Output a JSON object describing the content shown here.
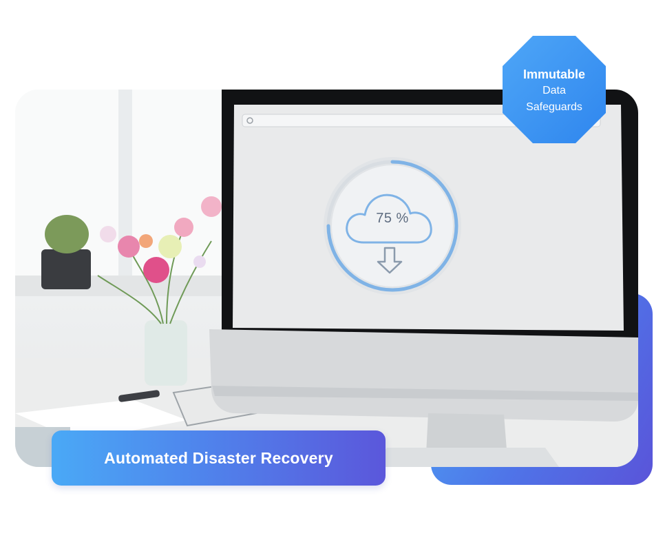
{
  "badge": {
    "line1": "Immutable",
    "line2": "Data",
    "line3": "Safeguards"
  },
  "screen": {
    "progress_text": "75 %",
    "progress_fraction": 0.75
  },
  "feature": {
    "label": "Automated Disaster Recovery"
  },
  "colors": {
    "accent_start": "#4aa9f6",
    "accent_end": "#5b57db",
    "badge": "#3b95f2",
    "ring": "#7fb3e6"
  }
}
